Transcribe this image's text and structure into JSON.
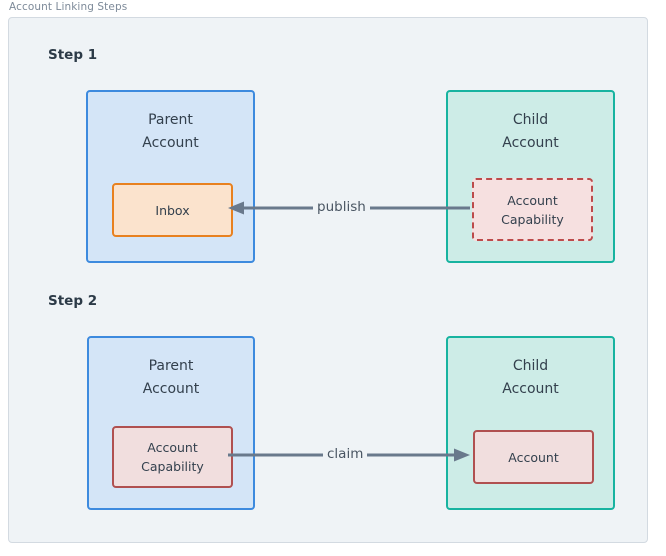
{
  "diagram": {
    "title": "Account Linking Steps",
    "background": "#eff3f6",
    "frame_border_color": "#d3dae1",
    "steps": [
      {
        "label": "Step 1",
        "parent": {
          "title": "Parent\nAccount",
          "fill": "#d4e5f7",
          "border": "#3d8ade",
          "resource": {
            "label": "Inbox",
            "fill": "#fbe3cd",
            "border": "#e8811f",
            "border_style": "solid"
          }
        },
        "child": {
          "title": "Child\nAccount",
          "fill": "#cdece7",
          "border": "#17b3a0",
          "resource": {
            "label": "Account\nCapability",
            "fill": "#f6e0e0",
            "border": "#bc4a4a",
            "border_style": "dashed"
          }
        },
        "edge": {
          "label": "publish",
          "direction": "right-to-left",
          "color": "#69798c"
        }
      },
      {
        "label": "Step 2",
        "parent": {
          "title": "Parent\nAccount",
          "fill": "#d4e5f7",
          "border": "#3d8ade",
          "resource": {
            "label": "Account\nCapability",
            "fill": "#f1dede",
            "border": "#b05050",
            "border_style": "solid"
          }
        },
        "child": {
          "title": "Child\nAccount",
          "fill": "#cdece7",
          "border": "#17b3a0",
          "resource": {
            "label": "Account",
            "fill": "#f1dede",
            "border": "#b05050",
            "border_style": "solid"
          }
        },
        "edge": {
          "label": "claim",
          "direction": "left-to-right",
          "color": "#69798c"
        }
      }
    ]
  }
}
